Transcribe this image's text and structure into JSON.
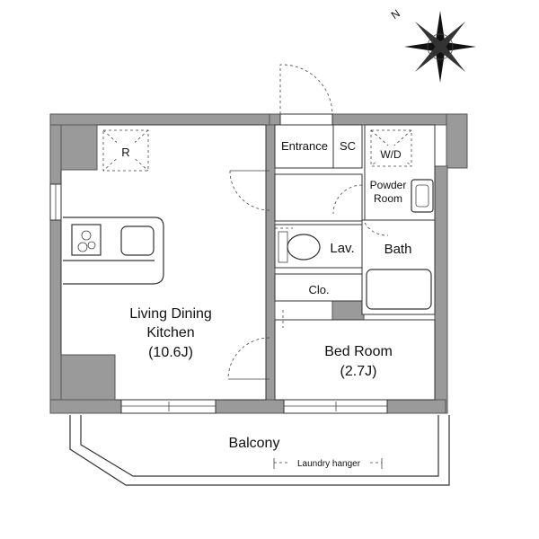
{
  "compass": {
    "north_label": "N"
  },
  "rooms": {
    "entrance": "Entrance",
    "sc": "SC",
    "wd": "W/D",
    "powder_line1": "Powder",
    "powder_line2": "Room",
    "lav": "Lav.",
    "bath": "Bath",
    "clo": "Clo.",
    "ldk_line1": "Living Dining",
    "ldk_line2": "Kitchen",
    "ldk_size": "(10.6J)",
    "bed_line1": "Bed Room",
    "bed_size": "(2.7J)",
    "refrigerator": "R"
  },
  "balcony": {
    "label": "Balcony",
    "laundry": "Laundry hanger"
  }
}
